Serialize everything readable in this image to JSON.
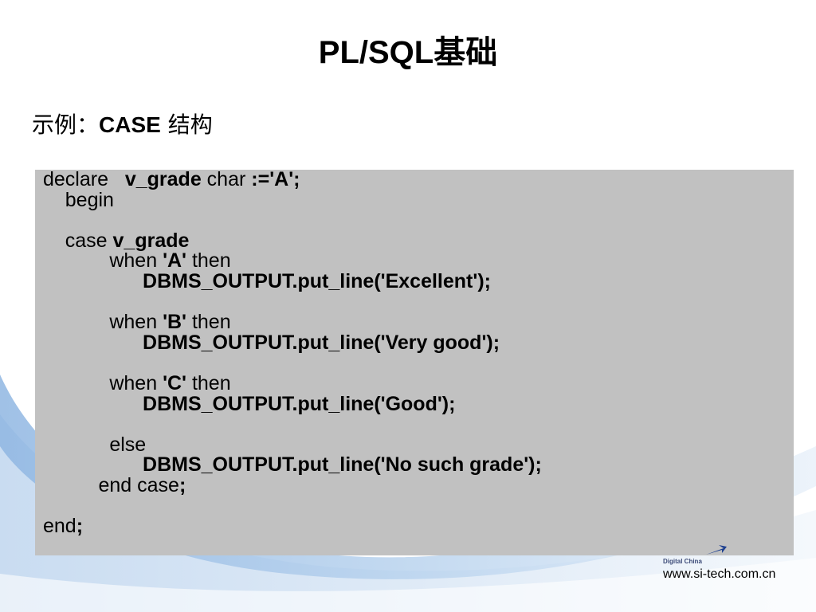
{
  "slide": {
    "title": "PL/SQL基础",
    "subtitle_prefix": "示例：",
    "subtitle_bold": "CASE",
    "subtitle_suffix": " 结构",
    "footer": {
      "logo_caption": "Digital China",
      "website": "www.si-tech.com.cn"
    }
  },
  "code_lines": [
    [
      {
        "t": "declare   ",
        "b": false
      },
      {
        "t": "v_grade",
        "b": true
      },
      {
        "t": " char ",
        "b": false
      },
      {
        "t": ":='A';",
        "b": true
      }
    ],
    [
      {
        "t": "    begin",
        "b": false
      }
    ],
    [],
    [
      {
        "t": "    case ",
        "b": false
      },
      {
        "t": "v_grade",
        "b": true
      }
    ],
    [
      {
        "t": "            when ",
        "b": false
      },
      {
        "t": "'A'",
        "b": true
      },
      {
        "t": " then",
        "b": false
      }
    ],
    [
      {
        "t": "                  DBMS_OUTPUT.put_line('Excellent');",
        "b": true
      }
    ],
    [],
    [
      {
        "t": "            when ",
        "b": false
      },
      {
        "t": "'B'",
        "b": true
      },
      {
        "t": " then",
        "b": false
      }
    ],
    [
      {
        "t": "                  DBMS_OUTPUT.put_line('Very good');",
        "b": true
      }
    ],
    [],
    [
      {
        "t": "            when ",
        "b": false
      },
      {
        "t": "'C'",
        "b": true
      },
      {
        "t": " then",
        "b": false
      }
    ],
    [
      {
        "t": "                  DBMS_OUTPUT.put_line('Good');",
        "b": true
      }
    ],
    [],
    [
      {
        "t": "            else",
        "b": false
      }
    ],
    [
      {
        "t": "                  DBMS_OUTPUT.put_line('No such grade');",
        "b": true
      }
    ],
    [
      {
        "t": "          end case",
        "b": false
      },
      {
        "t": ";",
        "b": true
      }
    ],
    [],
    [
      {
        "t": "end",
        "b": false
      },
      {
        "t": ";",
        "b": true
      }
    ]
  ],
  "colors": {
    "code_background": "#c1c1c1",
    "wave_blue": "#a9c8ea",
    "wave_light": "#dbe9f7",
    "brand_blue": "#2e7fd0"
  }
}
